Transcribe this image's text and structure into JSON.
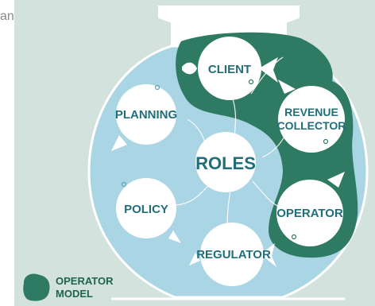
{
  "background_text": "andfills",
  "diagram": {
    "center": "ROLES",
    "nodes": [
      "CLIENT",
      "PLANNING",
      "REVENUE",
      "COLLECTOR",
      "POLICY",
      "OPERATOR",
      "REGULATOR"
    ],
    "legend": {
      "line1": "OPERATOR",
      "line2": "MODEL"
    }
  },
  "colors": {
    "panel": "#d3e2dc",
    "bowl_water": "#a9d5e4",
    "bowl_rim": "#ffffff",
    "operator_blob": "#2f7a63",
    "fish": "#ffffff",
    "label": "#1f6e7a"
  }
}
